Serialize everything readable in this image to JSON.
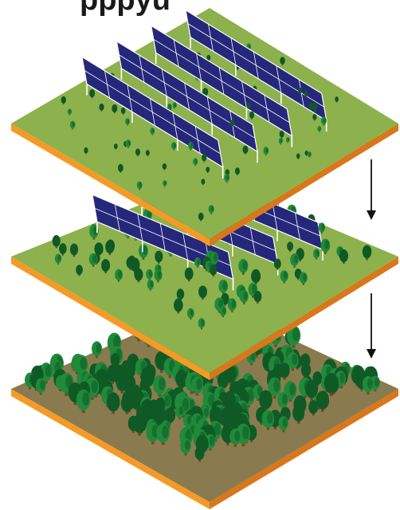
{
  "title": "pppyu",
  "colors": {
    "title": "#1a1a1a",
    "grass": "#8db14d",
    "grass_dark": "#7a9d3e",
    "soil": "#8a7a4f",
    "edge_top": "#f59a26",
    "edge_side": "#d9771a",
    "panel": "#25287a",
    "panel_frame": "#ffffff",
    "post": "#ffffff",
    "tree_light": "#1f8a3a",
    "tree_dark": "#0f5a24",
    "trunk": "#6b4a2a",
    "arrow": "#111111"
  },
  "layers": [
    {
      "name": "solar-farm-sparse",
      "ground": "grass",
      "tree_density": "sparse",
      "panel_rows": 4
    },
    {
      "name": "solar-farm-regrowth",
      "ground": "grass",
      "tree_density": "medium",
      "panel_rows": 3
    },
    {
      "name": "forest",
      "ground": "soil",
      "tree_density": "dense",
      "panel_rows": 0
    }
  ],
  "arrows": [
    "down",
    "down"
  ]
}
